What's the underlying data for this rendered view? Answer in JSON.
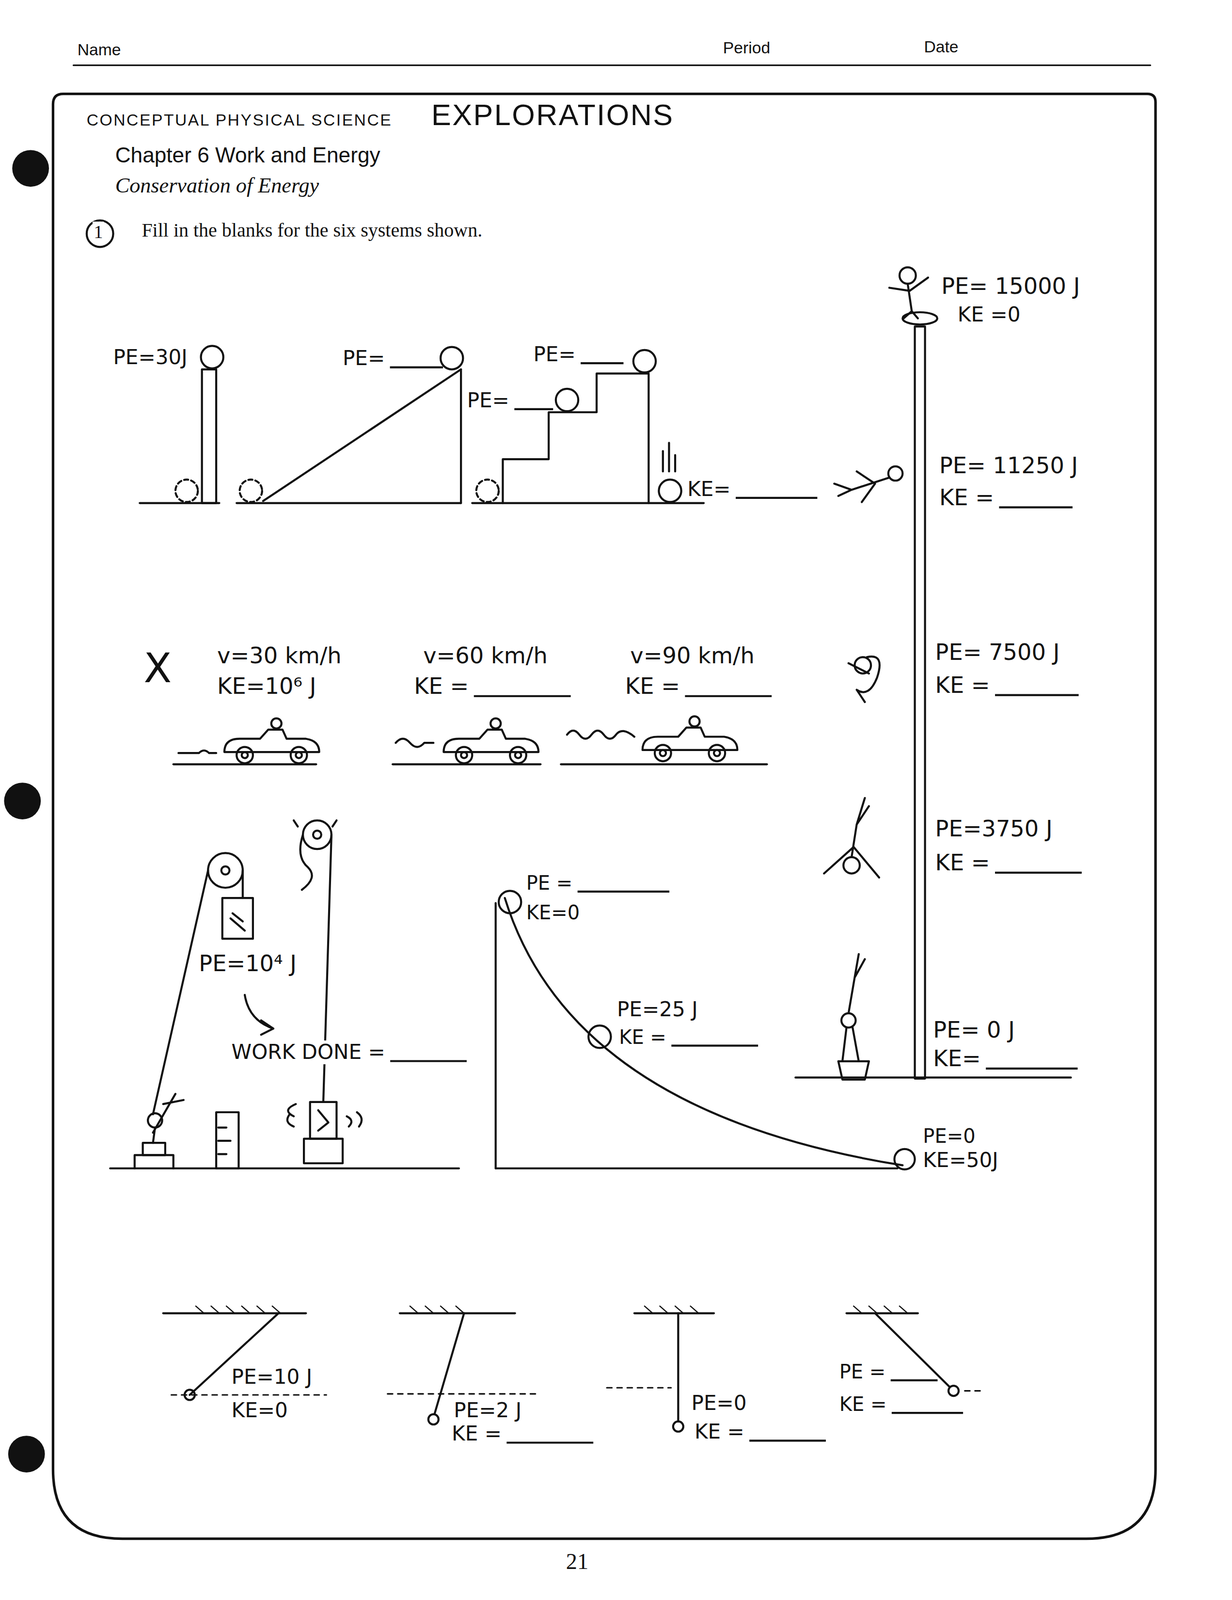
{
  "diagram": {
    "title": "Chapter 6 Work and Energy",
    "labels": [
      "Name",
      "Period",
      "Date",
      "CONCEPTUAL PHYSICAL SCIENCE",
      "EXPLORATIONS",
      "Conservation of Energy",
      "1",
      "Fill in the blanks for the six systems shown.",
      "PE=30J",
      "PE=",
      "PE=",
      "PE=",
      "KE=",
      "PE= 15000 J",
      "KE =0",
      "PE= 11250 J",
      "KE =",
      "PE= 7500 J",
      "KE =",
      "PE=3750 J",
      "KE =",
      "PE= 0 J",
      "KE=",
      "X",
      "v=30 km/h",
      "KE=10⁶ J",
      "v=60 km/h",
      "KE =",
      "v=90 km/h",
      "KE =",
      "PE=10⁴ J",
      "WORK DONE =",
      "PE =",
      "KE=0",
      "PE=25 J",
      "KE =",
      "PE=0",
      "KE=50J",
      "PE=10 J",
      "KE=0",
      "PE=2 J",
      "KE =",
      "PE=0",
      "KE =",
      "PE =",
      "KE =",
      "21"
    ]
  }
}
